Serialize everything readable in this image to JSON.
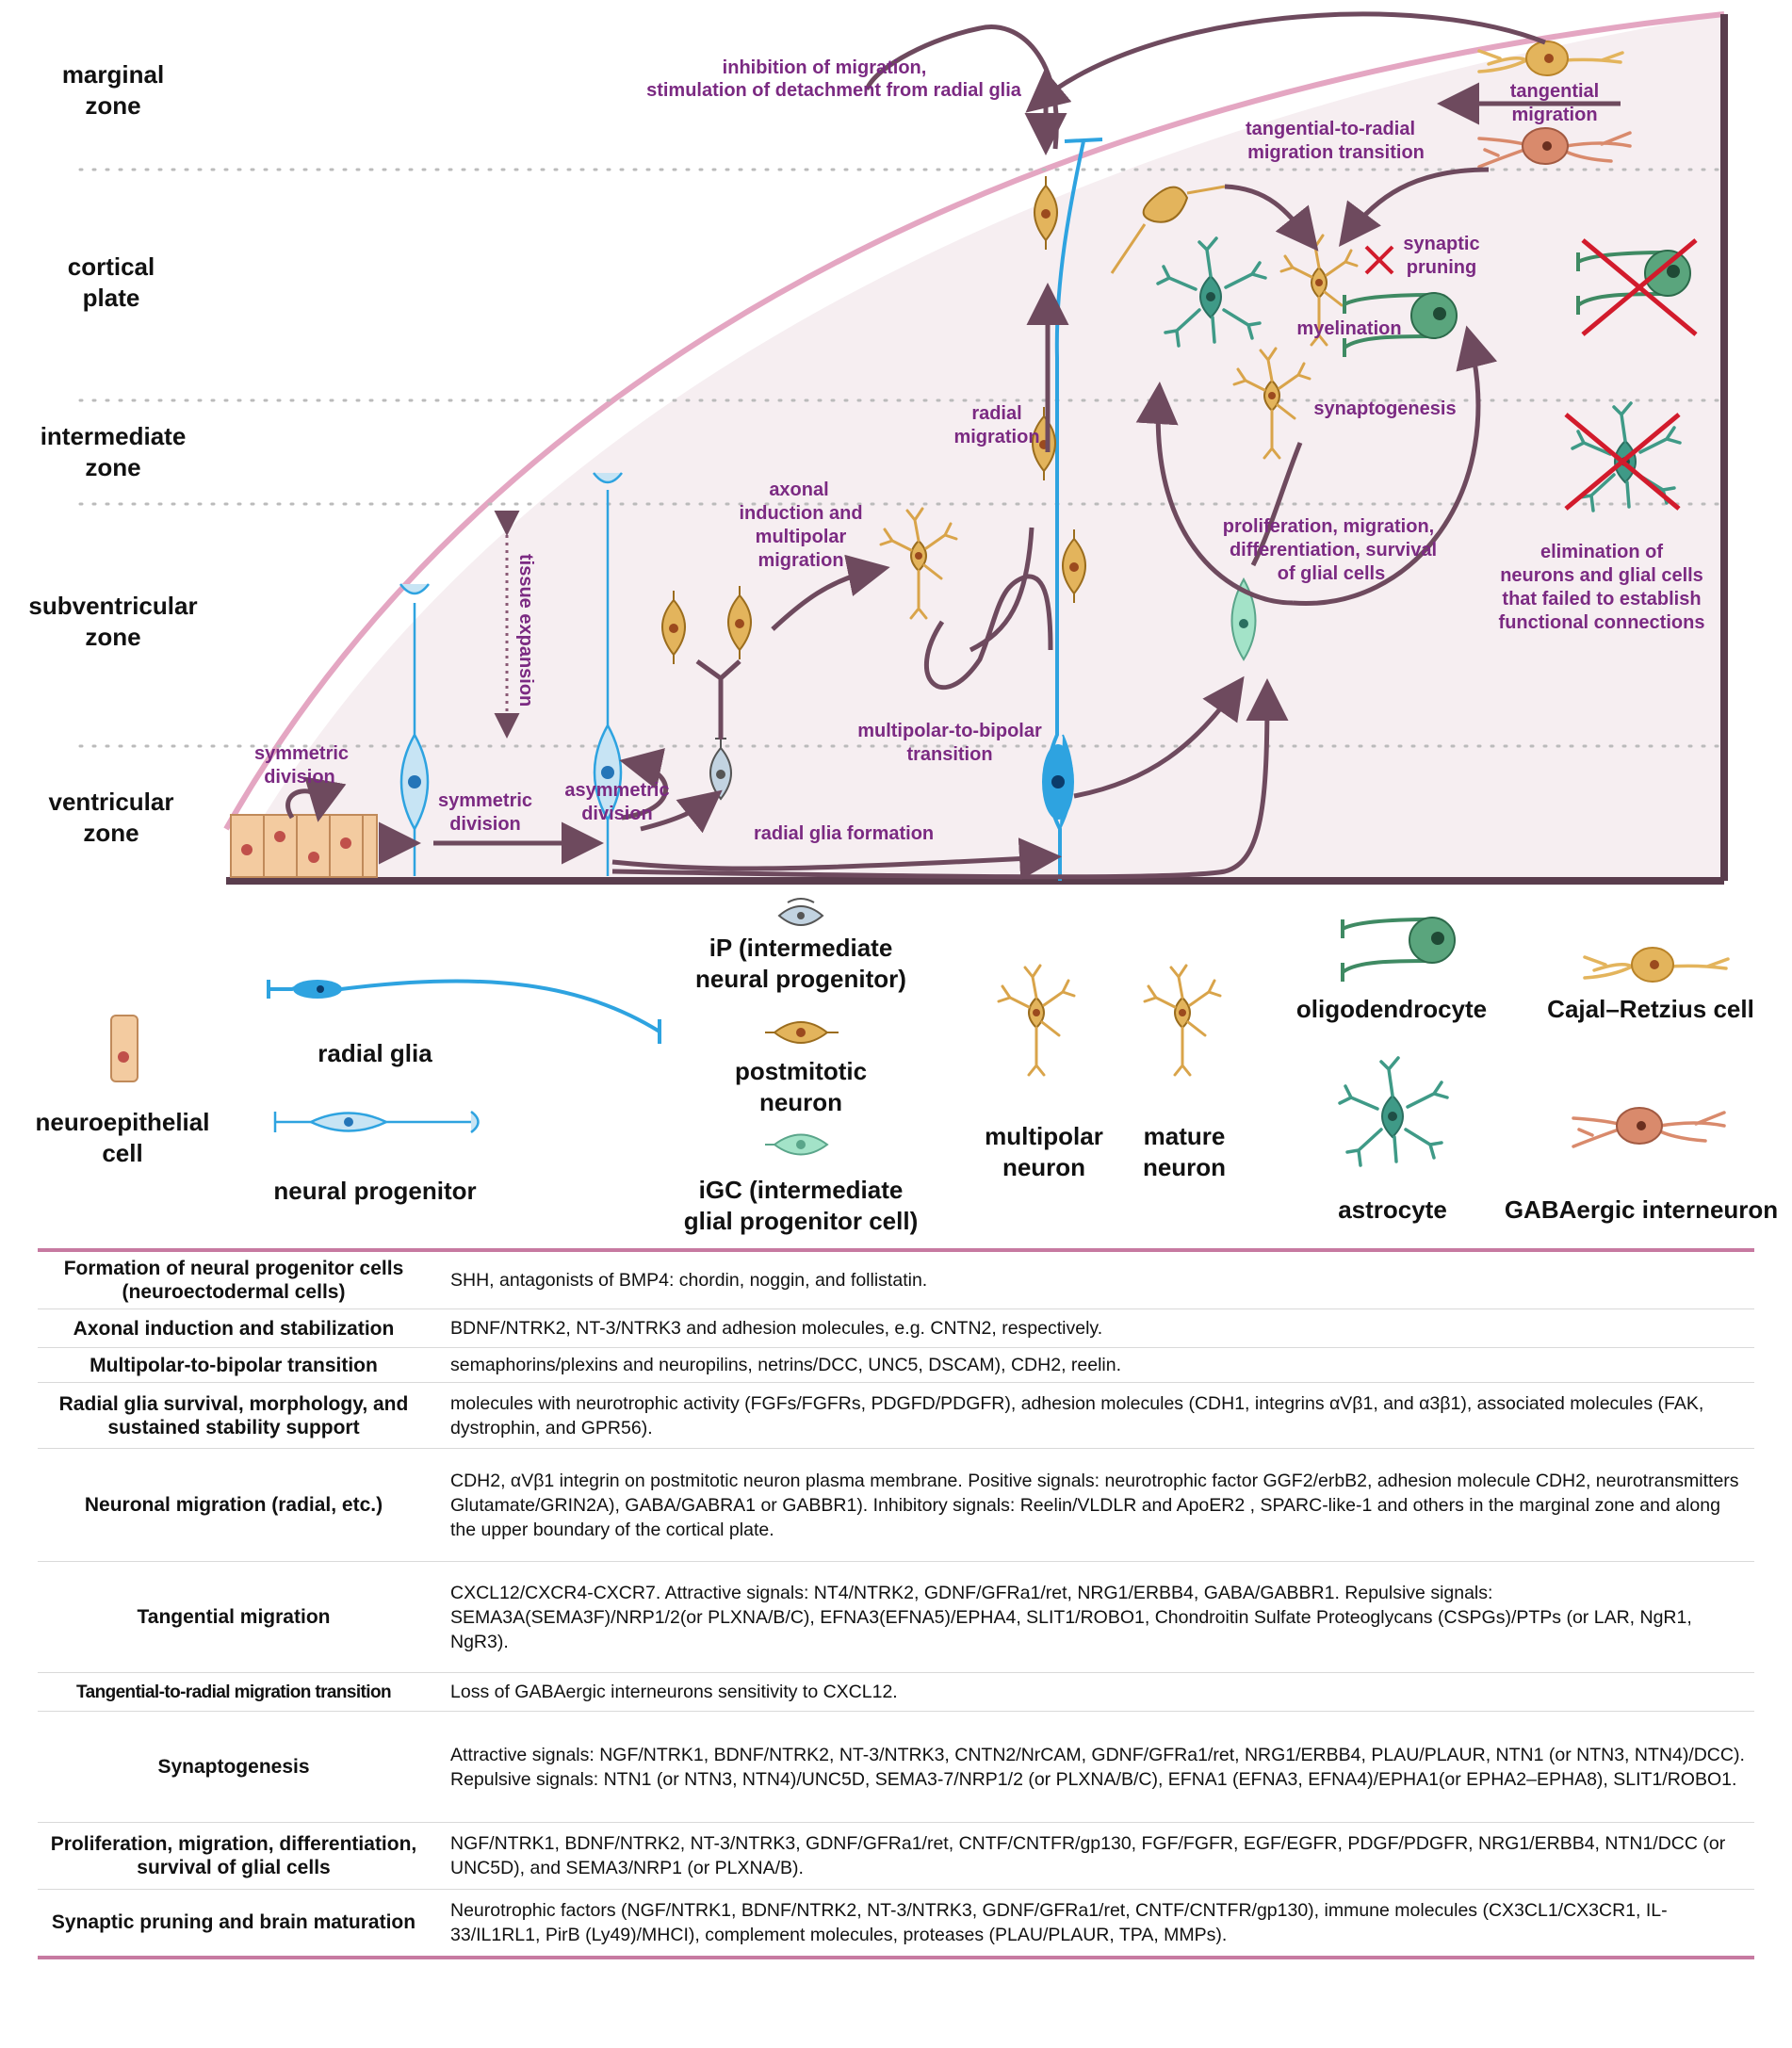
{
  "zones": {
    "marginal": [
      "marginal",
      "zone"
    ],
    "cortical": [
      "cortical",
      "plate"
    ],
    "intermediate": [
      "intermediate",
      "zone"
    ],
    "subventricular": [
      "subventricular",
      "zone"
    ],
    "ventricular": [
      "ventricular",
      "zone"
    ]
  },
  "annotations": {
    "inhibition": [
      "inhibition of migration,",
      "stimulation of detachment from radial glia"
    ],
    "tangential_migration": [
      "tangential",
      "migration"
    ],
    "tangential_to_radial": [
      "tangential-to-radial",
      "migration transition"
    ],
    "synaptic_pruning": [
      "synaptic",
      "pruning"
    ],
    "myelination": "myelination",
    "synaptogenesis": "synaptogenesis",
    "radial_migration": [
      "radial",
      "migration"
    ],
    "axonal_induction": [
      "axonal",
      "induction and",
      "multipolar",
      "migration"
    ],
    "tissue_expansion": "tissue expansion",
    "glial": [
      "proliferation, migration,",
      "differentiation, survival",
      "of glial cells"
    ],
    "elimination": [
      "elimination of",
      "neurons and glial cells",
      "that failed to establish",
      "functional connections"
    ],
    "symmetric_division_1": [
      "symmetric",
      "division"
    ],
    "symmetric_division_2": [
      "symmetric",
      "division"
    ],
    "asymmetric_division": [
      "asymmetric",
      "division"
    ],
    "multipolar_to_bipolar": [
      "multipolar-to-bipolar",
      "transition"
    ],
    "radial_glia_formation": "radial glia formation"
  },
  "legend": {
    "neuroepithelial": [
      "neuroepithelial",
      "cell"
    ],
    "radial_glia": "radial glia",
    "neural_progenitor": "neural progenitor",
    "ip": [
      "iP (intermediate",
      "neural progenitor)"
    ],
    "postmitotic": [
      "postmitotic",
      "neuron"
    ],
    "igc": [
      "iGC (intermediate",
      "glial progenitor cell)"
    ],
    "multipolar": [
      "multipolar",
      "neuron"
    ],
    "mature": [
      "mature",
      "neuron"
    ],
    "oligodendrocyte": "oligodendrocyte",
    "cajal": "Cajal–Retzius cell",
    "astrocyte": "astrocyte",
    "gabaergic": "GABAergic interneuron"
  },
  "table": [
    {
      "process": "Formation of neural progenitor cells (neuroectodermal cells)",
      "molecules": "SHH, antagonists of BMP4: chordin, noggin, and follistatin."
    },
    {
      "process": "Axonal induction and stabilization",
      "molecules": "BDNF/NTRK2, NT-3/NTRK3 and adhesion molecules, e.g. CNTN2, respectively."
    },
    {
      "process": "Multipolar-to-bipolar transition",
      "molecules": "semaphorins/plexins and neuropilins, netrins/DCC, UNC5, DSCAM), CDH2, reelin."
    },
    {
      "process": "Radial glia survival, morphology, and sustained stability support",
      "molecules": "molecules with neurotrophic activity (FGFs/FGFRs, PDGFD/PDGFR), adhesion molecules (CDH1, integrins αVβ1, and α3β1), associated molecules (FAK, dystrophin, and GPR56)."
    },
    {
      "process": "Neuronal migration (radial, etc.)",
      "molecules": "CDH2, αVβ1 integrin on postmitotic neuron plasma membrane. Positive signals: neurotrophic factor GGF2/erbB2, adhesion molecule CDH2, neurotransmitters Glutamate/GRIN2A), GABA/GABRA1 or GABBR1). Inhibitory signals: Reelin/VLDLR and ApoER2 , SPARC-like-1 and others in the marginal zone and along the upper boundary of the cortical plate."
    },
    {
      "process": "Tangential migration",
      "molecules": "CXCL12/CXCR4-CXCR7. Attractive signals: NT4/NTRK2, GDNF/GFRa1/ret, NRG1/ERBB4, GABA/GABBR1. Repulsive signals: SEMA3A(SEMA3F)/NRP1/2(or PLXNA/B/C), EFNA3(EFNA5)/EPHA4, SLIT1/ROBO1, Chondroitin Sulfate Proteoglycans (CSPGs)/PTPs (or LAR, NgR1, NgR3)."
    },
    {
      "process": "Tangential-to-radial migration transition",
      "molecules": "Loss of GABAergic interneurons sensitivity to CXCL12."
    },
    {
      "process": "Synaptogenesis",
      "molecules": "Attractive signals: NGF/NTRK1, BDNF/NTRK2, NT-3/NTRK3, CNTN2/NrCAM, GDNF/GFRa1/ret, NRG1/ERBB4, PLAU/PLAUR, NTN1 (or NTN3, NTN4)/DCC). Repulsive signals: NTN1 (or NTN3, NTN4)/UNC5D, SEMA3-7/NRP1/2 (or PLXNA/B/C), EFNA1 (EFNA3, EFNA4)/EPHA1(or EPHA2–EPHA8), SLIT1/ROBO1."
    },
    {
      "process": "Proliferation, migration, differentiation, survival of glial cells",
      "molecules": "NGF/NTRK1, BDNF/NTRK2, NT-3/NTRK3, GDNF/GFRa1/ret, CNTF/CNTFR/gp130, FGF/FGFR, EGF/EGFR, PDGF/PDGFR, NRG1/ERBB4, NTN1/DCC (or UNC5D), and SEMA3/NRP1 (or PLXNA/B)."
    },
    {
      "process": "Synaptic pruning and brain maturation",
      "molecules": "Neurotrophic factors (NGF/NTRK1, BDNF/NTRK2, NT-3/NTRK3, GDNF/GFRa1/ret, CNTF/CNTFR/gp130), immune molecules (CX3CL1/CX3CR1, IL-33/IL1RL1, PirB (Ly49)/MHCI), complement molecules, proteases (PLAU/PLAUR, TPA, MMPs)."
    }
  ],
  "colors": {
    "tissue_fill": "#f6eef1",
    "boundary": "#e4a6c2",
    "arrow": "#6e4a5e",
    "annotation_text": "#7b2a82",
    "radial_glia": "#2ea3e0",
    "neuron": "#e3b45c",
    "astrocyte": "#3f9a87",
    "oligodendrocyte": "#3f8a63",
    "gaba": "#d98a6c",
    "ip": "#c2d3e1",
    "igc": "#a3e3c8",
    "cross": "#d21b2c",
    "rule": "#c77aa1"
  }
}
